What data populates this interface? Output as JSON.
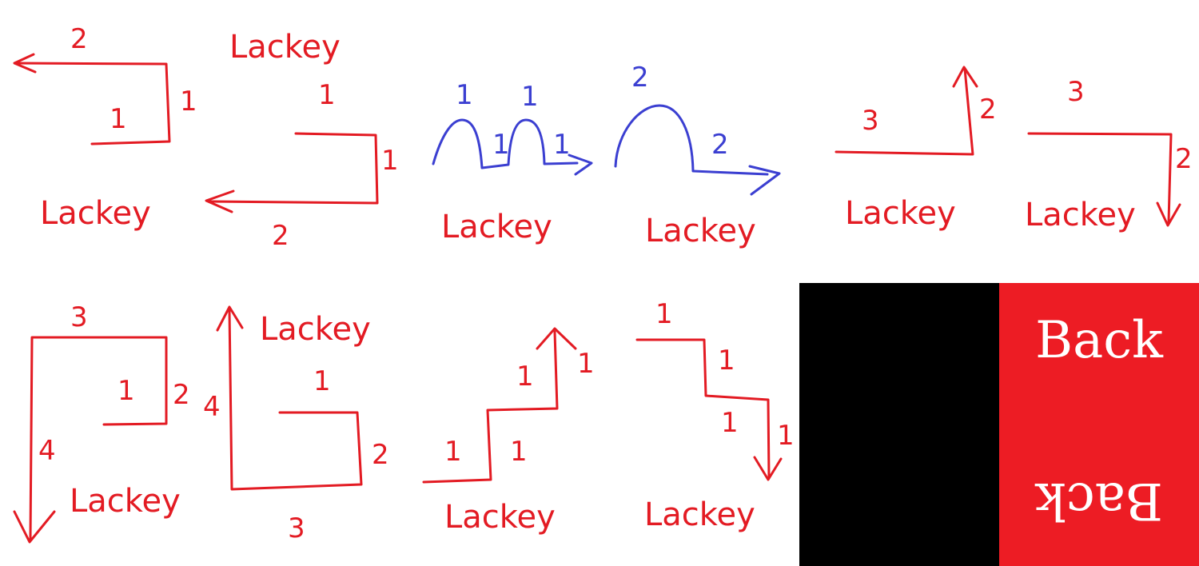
{
  "colors": {
    "red": "#e31b23",
    "blue": "#3b3fd1",
    "black": "#000000",
    "white": "#ffffff"
  },
  "diagrams": [
    {
      "label": "Lackey",
      "numbers": [
        "2",
        "1",
        "1"
      ]
    },
    {
      "label": "Lackey",
      "numbers": [
        "1",
        "1",
        "2"
      ]
    },
    {
      "label": "Lackey",
      "numbers": [
        "1",
        "1",
        "1",
        "1"
      ]
    },
    {
      "label": "Lackey",
      "numbers": [
        "2",
        "2"
      ]
    },
    {
      "label": "Lackey",
      "numbers": [
        "3",
        "2"
      ]
    },
    {
      "label": "Lackey",
      "numbers": [
        "3",
        "2"
      ]
    },
    {
      "label": "Lackey",
      "numbers": [
        "3",
        "1",
        "2",
        "4"
      ]
    },
    {
      "label": "Lackey",
      "numbers": [
        "4",
        "1",
        "2",
        "3"
      ]
    },
    {
      "label": "Lackey",
      "numbers": [
        "1",
        "1",
        "1",
        "1"
      ]
    },
    {
      "label": "Lackey",
      "numbers": [
        "1",
        "1",
        "1",
        "1"
      ]
    }
  ],
  "card": {
    "top_text": "Back",
    "bottom_text": "Back"
  }
}
